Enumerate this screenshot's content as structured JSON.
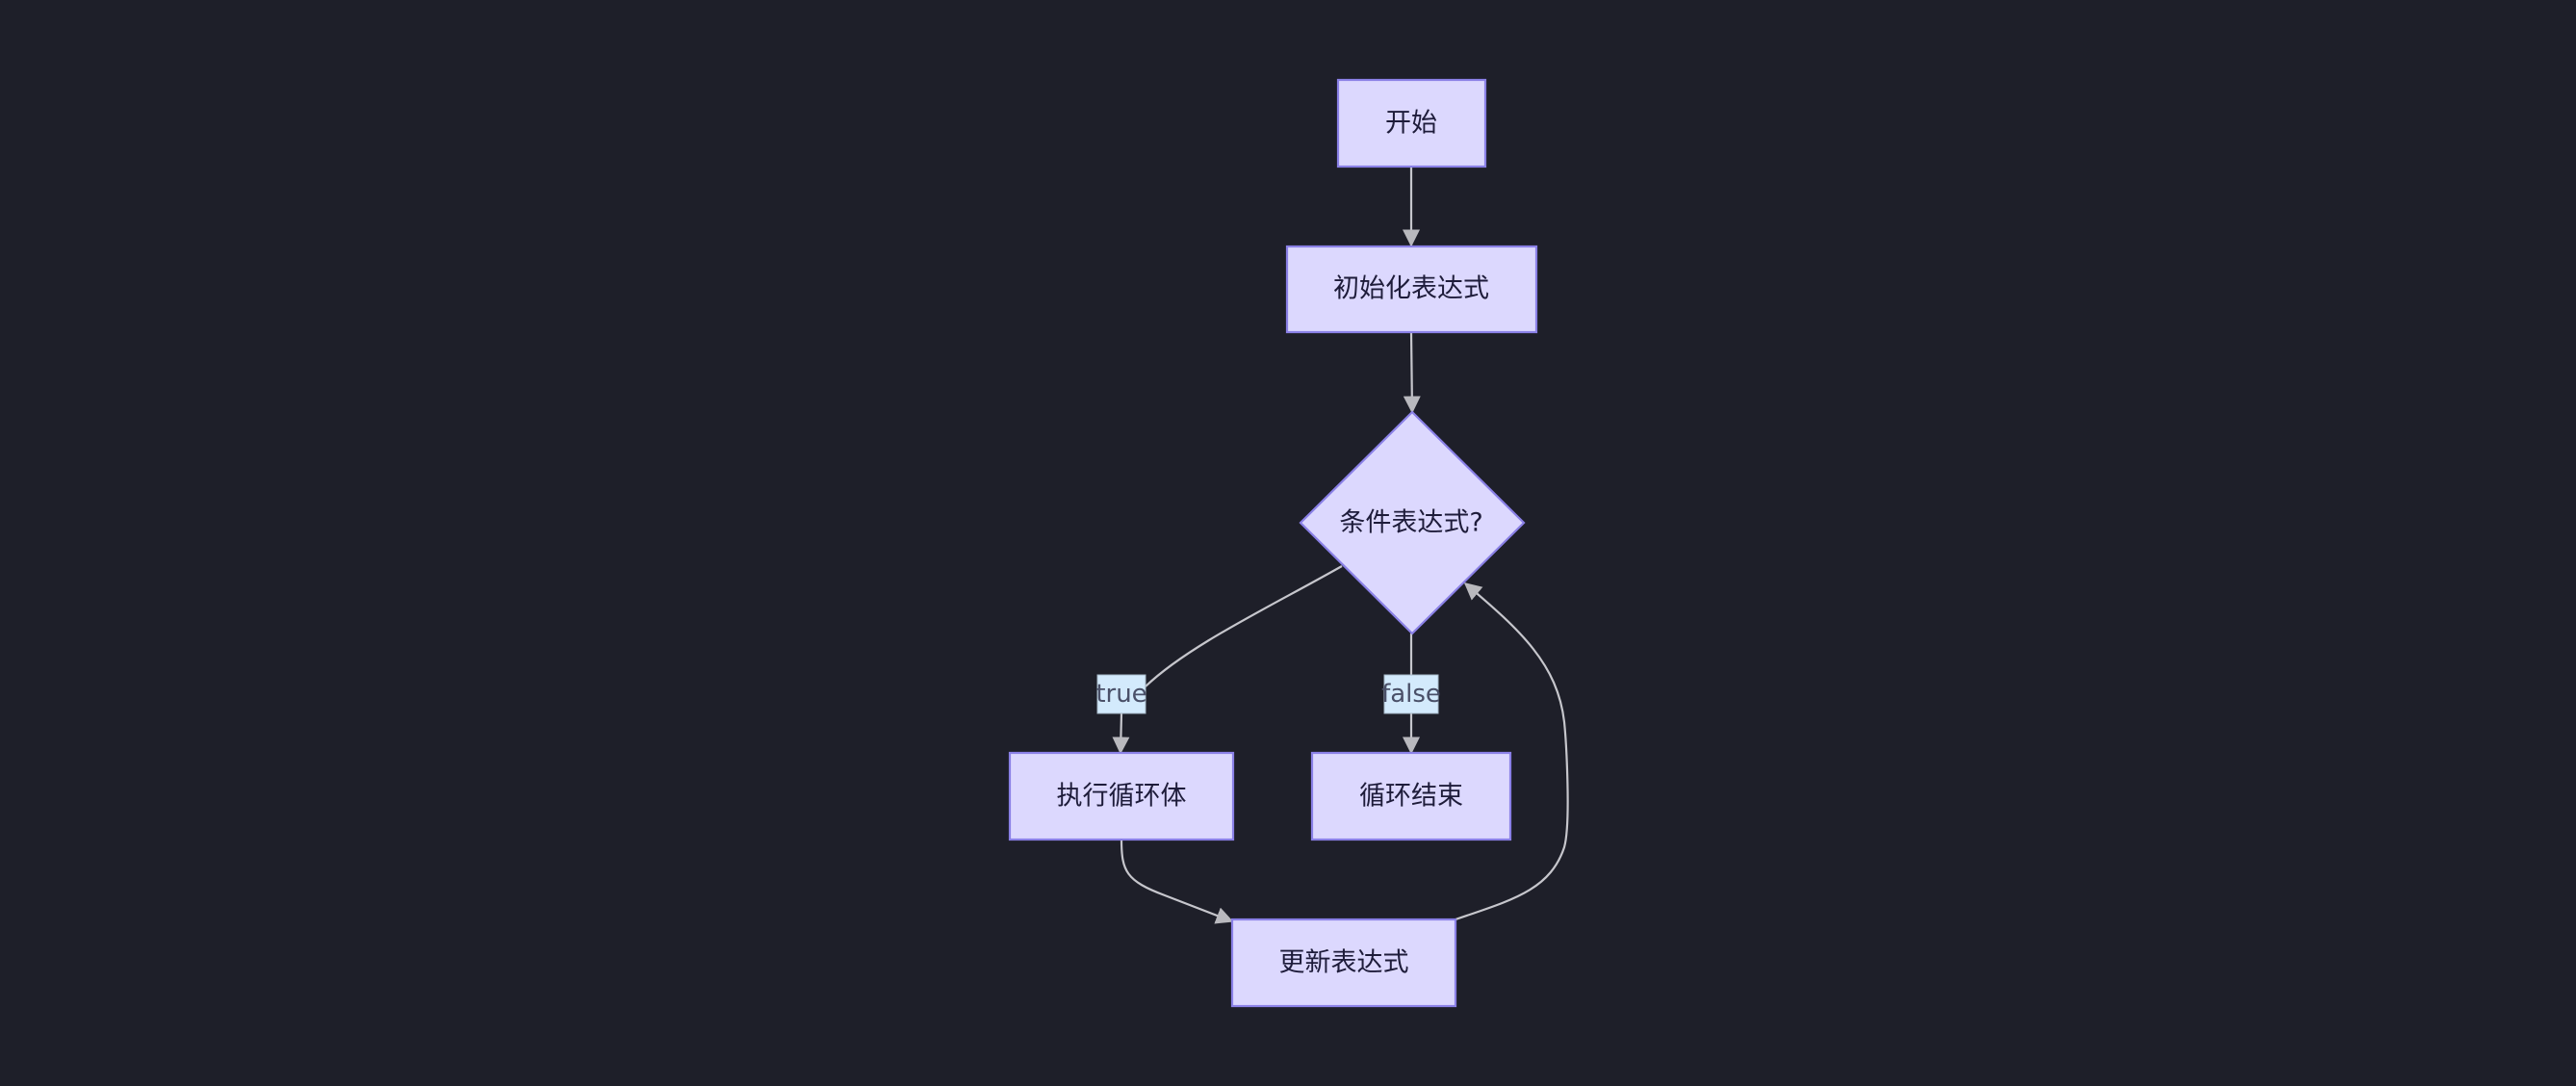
{
  "diagram": {
    "type": "flowchart",
    "direction": "top-down",
    "colors": {
      "background": "#1e1f29",
      "node_fill": "#dcd8fe",
      "node_stroke": "#8a80e6",
      "node_text": "#1e1c3a",
      "edge": "#c6c6cc",
      "edge_label_fill": "#d3eafc",
      "edge_label_text": "#4a5068"
    },
    "nodes": [
      {
        "id": "start",
        "label": "开始",
        "shape": "rect"
      },
      {
        "id": "init",
        "label": "初始化表达式",
        "shape": "rect"
      },
      {
        "id": "cond",
        "label": "条件表达式?",
        "shape": "diamond"
      },
      {
        "id": "body",
        "label": "执行循环体",
        "shape": "rect"
      },
      {
        "id": "end",
        "label": "循环结束",
        "shape": "rect"
      },
      {
        "id": "update",
        "label": "更新表达式",
        "shape": "rect"
      }
    ],
    "edges": [
      {
        "from": "start",
        "to": "init",
        "label": ""
      },
      {
        "from": "init",
        "to": "cond",
        "label": ""
      },
      {
        "from": "cond",
        "to": "body",
        "label": "true"
      },
      {
        "from": "cond",
        "to": "end",
        "label": "false"
      },
      {
        "from": "body",
        "to": "update",
        "label": ""
      },
      {
        "from": "update",
        "to": "cond",
        "label": ""
      }
    ]
  }
}
